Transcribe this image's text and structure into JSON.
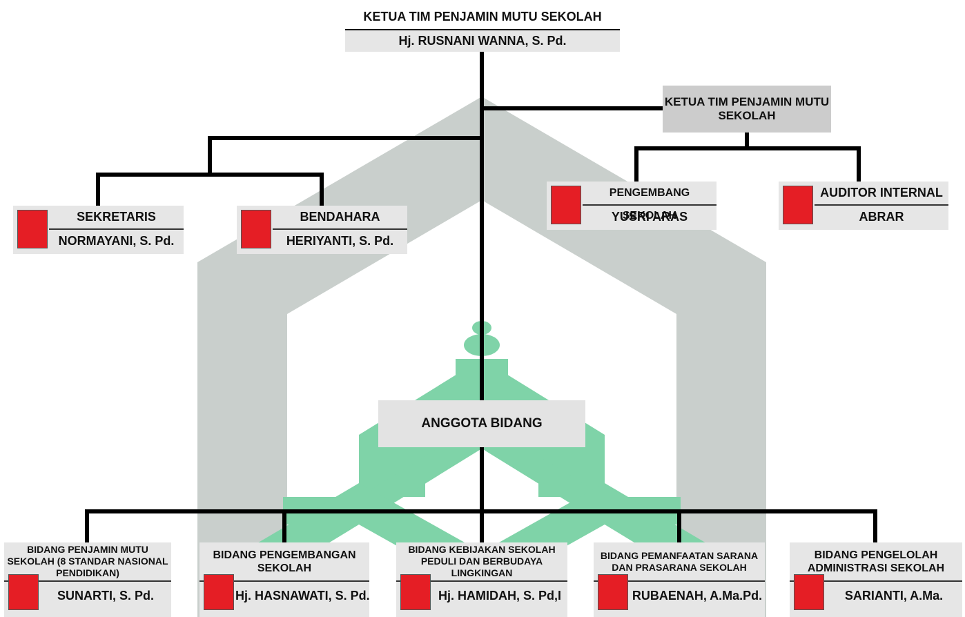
{
  "colors": {
    "accent_red": "#e51e25",
    "watermark_gray": "#c9cfcc",
    "watermark_green": "#7fd3a8",
    "box_gray": "#e6e6e6"
  },
  "top": {
    "title": "KETUA TIM PENJAMIN MUTU SEKOLAH",
    "name": "Hj. RUSNANI WANNA, S. Pd."
  },
  "ketua2": {
    "title": "KETUA TIM PENJAMIN MUTU SEKOLAH"
  },
  "left_cards": [
    {
      "role": "SEKRETARIS",
      "name": "NORMAYANI, S. Pd."
    },
    {
      "role": "BENDAHARA",
      "name": "HERIYANTI, S. Pd."
    }
  ],
  "right_cards": [
    {
      "role": "PENGEMBANG SEKOLAH",
      "name": "YUSRI ARAS"
    },
    {
      "role": "AUDITOR INTERNAL",
      "name": "ABRAR"
    }
  ],
  "anggota": {
    "label": "ANGGOTA BIDANG"
  },
  "bidang": [
    {
      "role": "BIDANG PENJAMIN MUTU SEKOLAH (8 STANDAR NASIONAL PENDIDIKAN)",
      "name": "SUNARTI, S. Pd."
    },
    {
      "role": "BIDANG PENGEMBANGAN SEKOLAH",
      "name": "Hj. HASNAWATI, S. Pd."
    },
    {
      "role": "BIDANG KEBIJAKAN SEKOLAH PEDULI DAN BERBUDAYA LINGKINGAN",
      "name": "Hj. HAMIDAH, S. Pd,I"
    },
    {
      "role": "BIDANG PEMANFAATAN SARANA DAN PRASARANA SEKOLAH",
      "name": "RUBAENAH, A.Ma.Pd."
    },
    {
      "role": "BIDANG PENGELOLAH ADMINISTRASI SEKOLAH",
      "name": "SARIANTI, A.Ma."
    }
  ]
}
